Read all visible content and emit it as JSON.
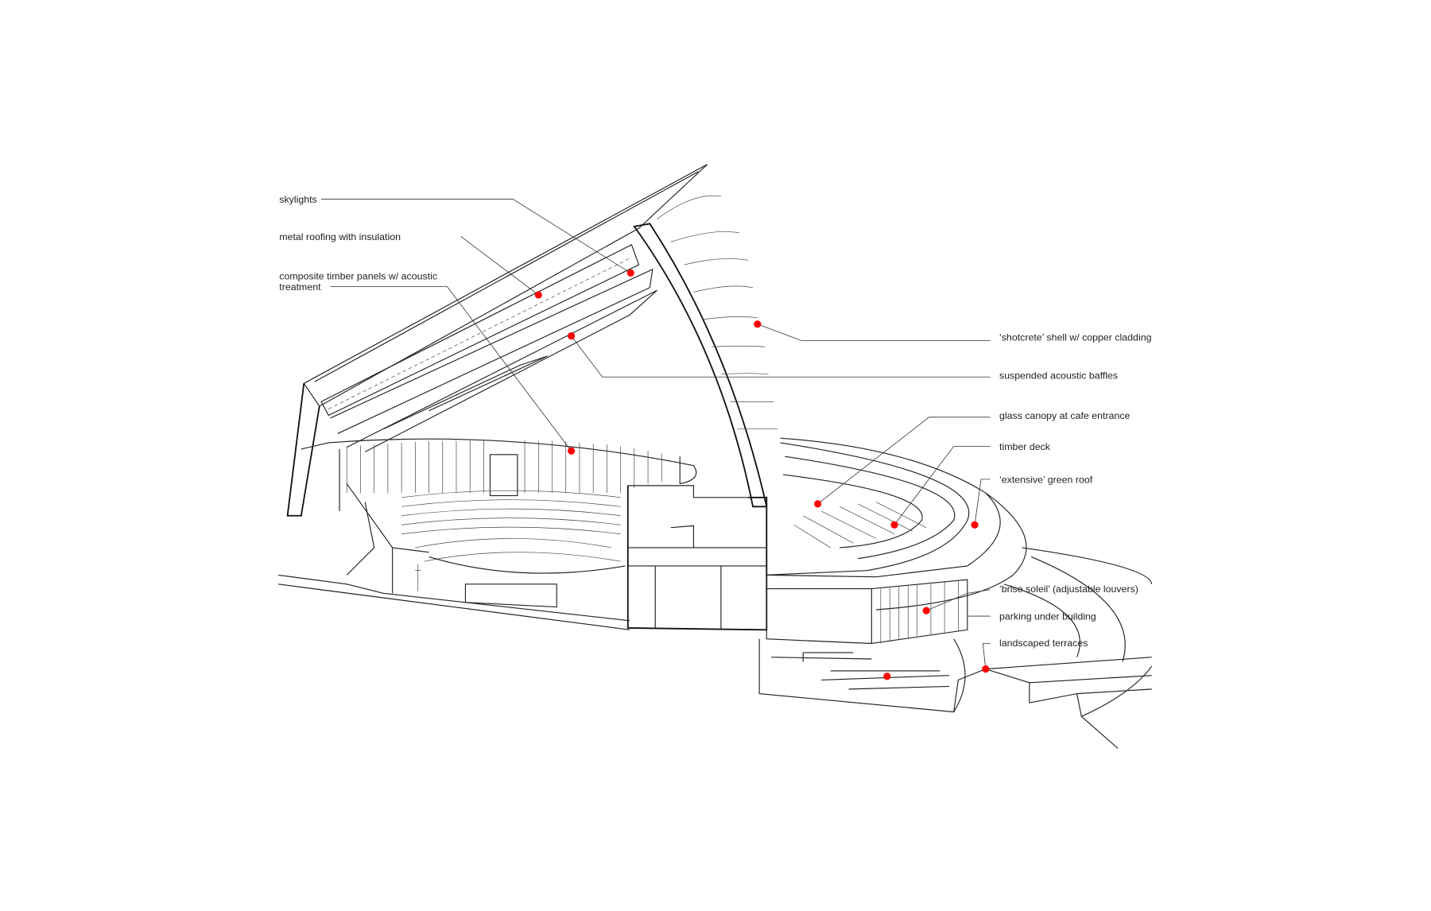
{
  "labels": {
    "skylights": "skylights",
    "metal_roofing": "metal roofing with insulation",
    "composite_line1": "composite timber panels w/ acoustic",
    "composite_line2": "treatment",
    "shotcrete": "‘shotcrete’ shell w/ copper cladding",
    "baffles": "suspended acoustic baffles",
    "glass_canopy": "glass canopy at cafe entrance",
    "timber_deck": "timber deck",
    "green_roof": "‘extensive’ green roof",
    "brise_soleil": "‘brise soleil’ (adjustable louvers)",
    "parking": "parking under building",
    "terraces": "landscaped terraces"
  },
  "colors": {
    "marker": "#ff0000",
    "line": "#222222"
  }
}
